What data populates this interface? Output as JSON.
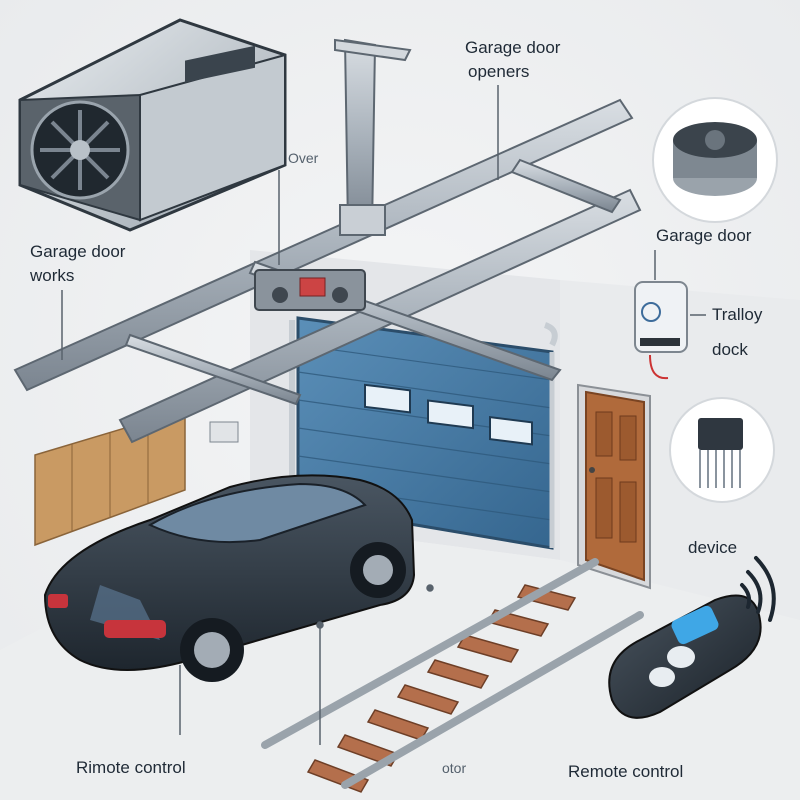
{
  "labels": {
    "title": "Garage door\nopeners",
    "title_line1": "Garage door",
    "title_line2": "openers",
    "over": "Over",
    "works_line1": "Garage door",
    "works_line2": "works",
    "garage_door_right": "Garage door",
    "trolley": "Tralloy",
    "dock": "dock",
    "device": "device",
    "remote_left": "Rimote control",
    "remote_right": "Remote control",
    "motor_partial": "otor"
  },
  "colors": {
    "door": "#4a7fa8",
    "rail": "#aab3bc",
    "car": "#2d3843",
    "track_wood": "#b46f4c",
    "interior_door": "#b06a3b",
    "remote_button": "#3fa7e6"
  },
  "icons": [
    "motor-unit",
    "round-button-icon",
    "wall-control-icon",
    "keypad-icon",
    "remote-fob-icon",
    "signal-waves-icon"
  ]
}
